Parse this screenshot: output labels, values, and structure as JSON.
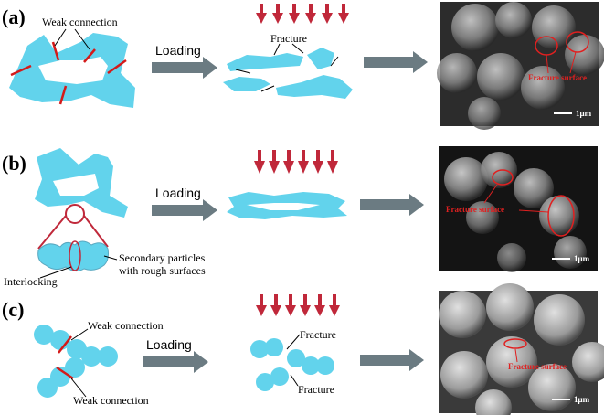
{
  "panels": [
    {
      "id": "a",
      "label": "(a)",
      "annotations": {
        "weak_connection": "Weak connection",
        "fracture": "Fracture"
      },
      "step_label": "Loading",
      "sem": {
        "highlight": "Fracture surface",
        "scale_bar": "1μm"
      }
    },
    {
      "id": "b",
      "label": "(b)",
      "annotations": {
        "secondary_particles_1": "Secondary particles",
        "secondary_particles_2": "with rough surfaces",
        "interlocking": "Interlocking"
      },
      "step_label": "Loading",
      "sem": {
        "highlight": "Fracture surface",
        "scale_bar": "1μm"
      }
    },
    {
      "id": "c",
      "label": "(c)",
      "annotations": {
        "weak_connection_top": "Weak connection",
        "weak_connection_bottom": "Weak connection",
        "fracture_top": "Fracture",
        "fracture_bottom": "Fracture"
      },
      "step_label": "Loading",
      "sem": {
        "highlight": "Fracture surface",
        "scale_bar": "1μm"
      }
    }
  ],
  "colors": {
    "particle": "#62d3ec",
    "load_arrow": "#c0283a",
    "process_arrow": "#6b7b82",
    "weak_line": "#d41a1a",
    "highlight": "#e02020"
  }
}
